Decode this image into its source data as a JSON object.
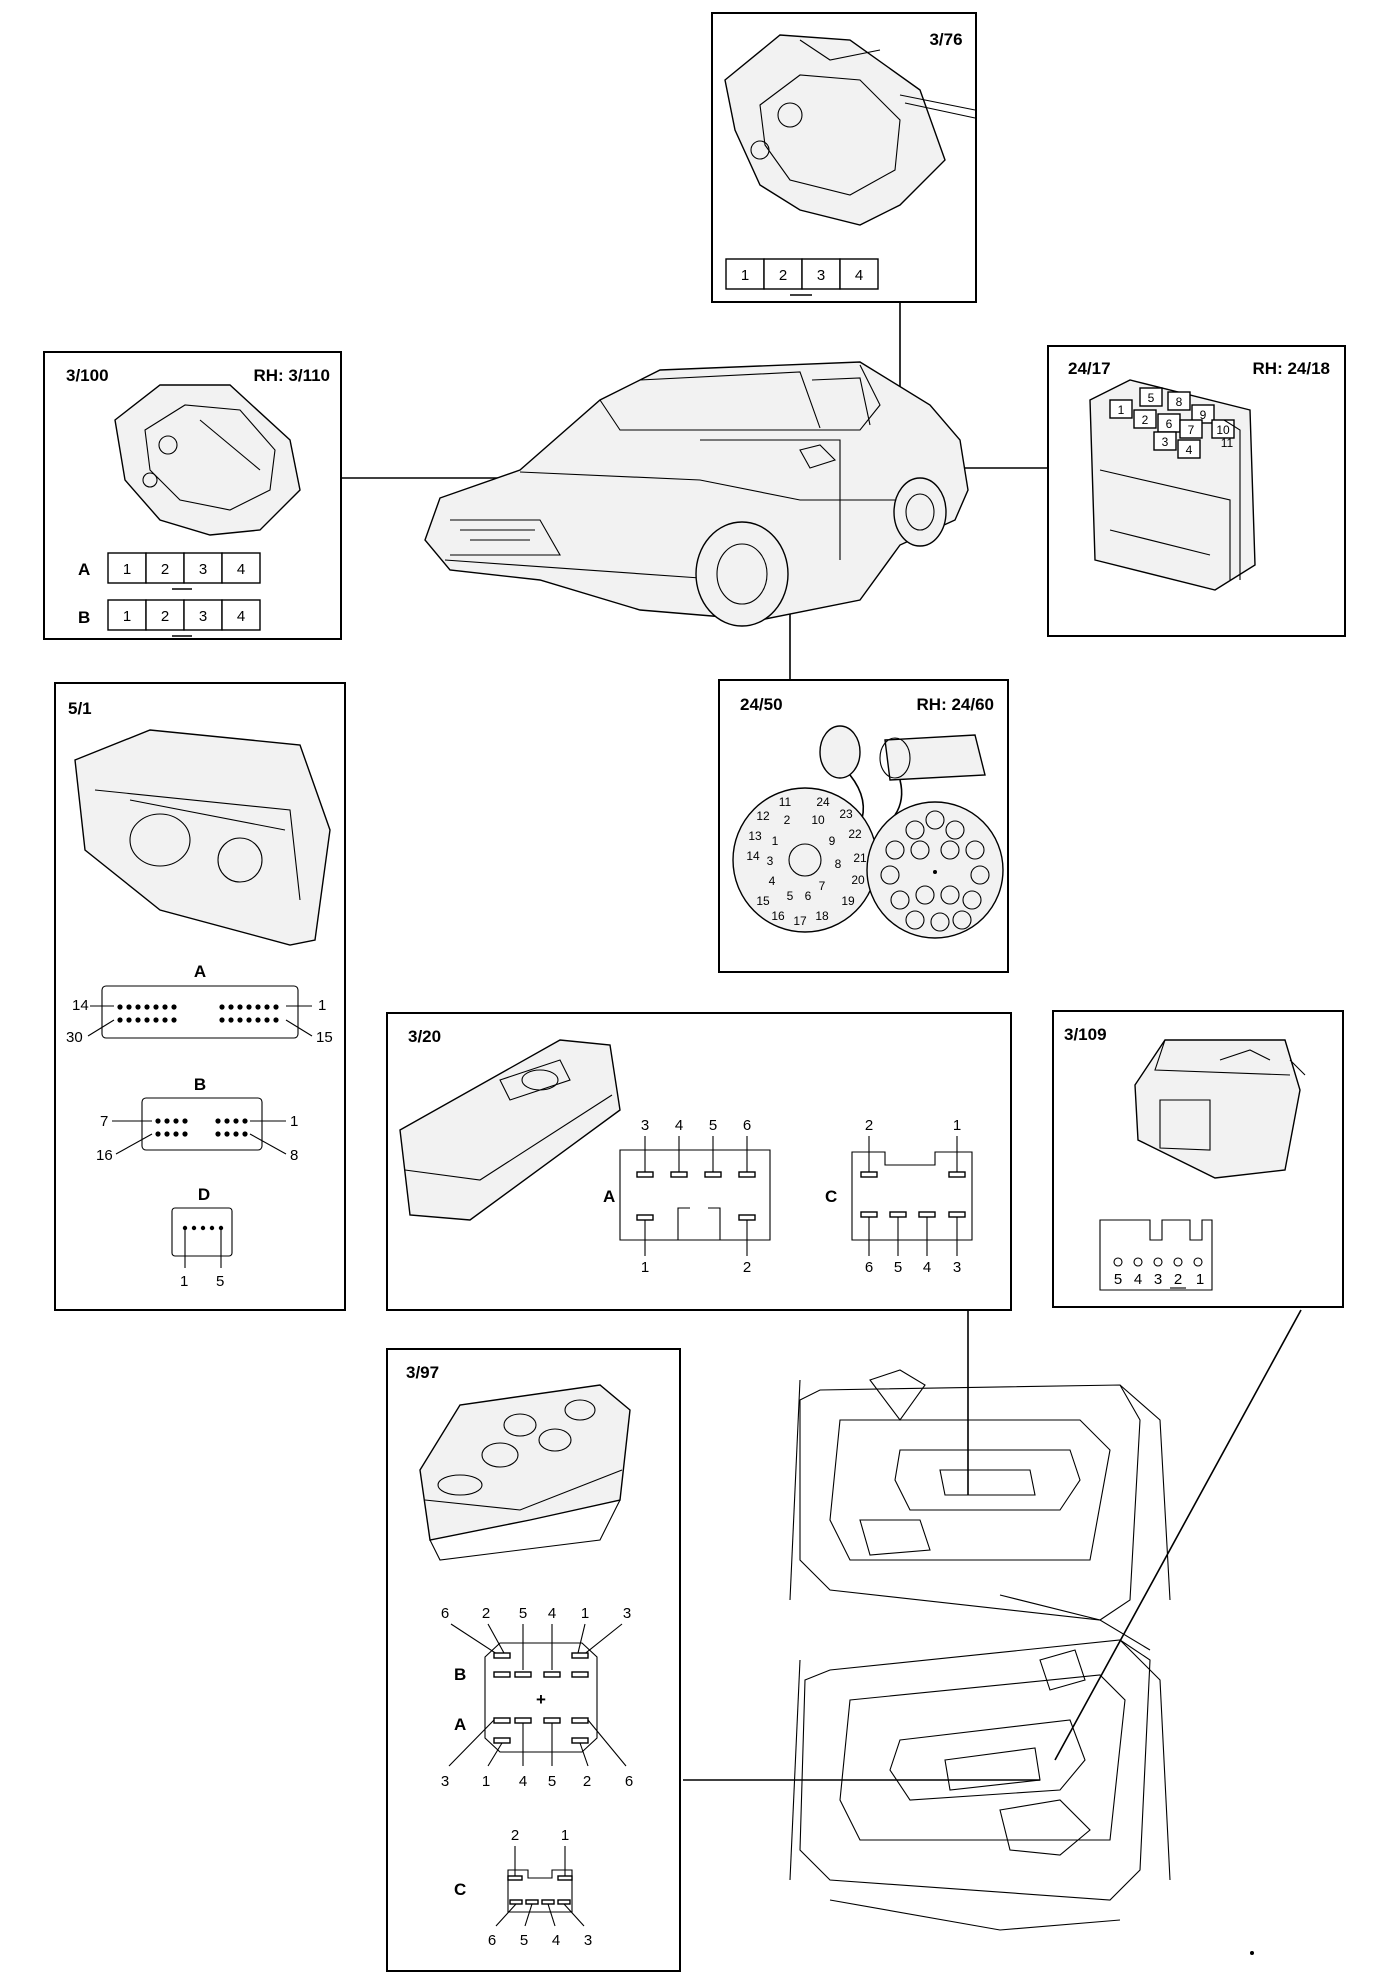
{
  "components": {
    "door_lock_rear": {
      "id": "3/76",
      "pins": [
        "1",
        "2",
        "3",
        "4"
      ]
    },
    "door_lock_front": {
      "id": "3/100",
      "rh": "RH: 3/110",
      "connectors": [
        {
          "label": "A",
          "pins": [
            "1",
            "2",
            "3",
            "4"
          ]
        },
        {
          "label": "B",
          "pins": [
            "1",
            "2",
            "3",
            "4"
          ]
        }
      ]
    },
    "mirror_switch": {
      "id": "24/17",
      "rh": "RH: 24/18",
      "pins": [
        "1",
        "5",
        "8",
        "9",
        "2",
        "6",
        "10",
        "7",
        "11",
        "3",
        "4"
      ]
    },
    "door_connector": {
      "id": "24/50",
      "rh": "RH: 24/60",
      "pins": [
        "11",
        "24",
        "12",
        "2",
        "10",
        "23",
        "13",
        "1",
        "9",
        "22",
        "3",
        "8",
        "21",
        "14",
        "4",
        "7",
        "20",
        "15",
        "5",
        "6",
        "19",
        "16",
        "17",
        "18"
      ]
    },
    "instrument_cluster": {
      "id": "5/1",
      "connector_a": {
        "label": "A",
        "pins": [
          "14",
          "1",
          "30",
          "15"
        ]
      },
      "connector_b": {
        "label": "B",
        "pins": [
          "7",
          "1",
          "16",
          "8"
        ]
      },
      "connector_d": {
        "label": "D",
        "pins": [
          "1",
          "5"
        ]
      }
    },
    "window_switch": {
      "id": "3/20",
      "connector_a": {
        "label": "A",
        "top_pins": [
          "3",
          "4",
          "5",
          "6"
        ],
        "bottom_pins": [
          "1",
          "2"
        ]
      },
      "connector_c": {
        "label": "C",
        "top_pins": [
          "2",
          "1"
        ],
        "bottom_pins": [
          "6",
          "5",
          "4",
          "3"
        ]
      }
    },
    "seat_switch": {
      "id": "3/109",
      "pins": [
        "5",
        "4",
        "3",
        "2",
        "1"
      ]
    },
    "driver_window_switch": {
      "id": "3/97",
      "connector_b": {
        "label": "B",
        "top_pins": [
          "6",
          "2",
          "5",
          "4",
          "1",
          "3"
        ]
      },
      "connector_a": {
        "label": "A",
        "bottom_pins": [
          "3",
          "1",
          "4",
          "5",
          "2",
          "6"
        ]
      },
      "connector_c": {
        "label": "C",
        "top_pins": [
          "2",
          "1"
        ],
        "bottom_pins": [
          "6",
          "5",
          "4",
          "3"
        ]
      },
      "plus_symbol": "+"
    }
  }
}
